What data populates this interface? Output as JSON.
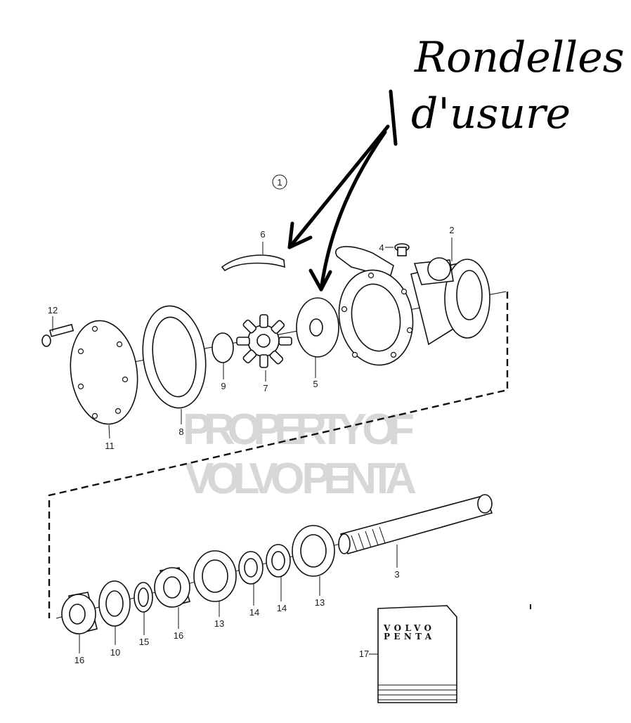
{
  "annotation": {
    "line1": "Rondelles",
    "line2": "d'usure"
  },
  "watermark": {
    "line1": "PROPERTY OF",
    "line2": "VOLVO PENTA"
  },
  "view_marker": "1",
  "part_labels": {
    "p2": "2",
    "p3": "3",
    "p4": "4",
    "p5": "5",
    "p6": "6",
    "p7": "7",
    "p8": "8",
    "p9": "9",
    "p10": "10",
    "p11": "11",
    "p12": "12",
    "p13a": "13",
    "p13b": "13",
    "p14a": "14",
    "p14b": "14",
    "p15": "15",
    "p16a": "16",
    "p16b": "16",
    "p17": "17"
  },
  "kit_bag": {
    "brand_line1": "VOLVO",
    "brand_line2": "PENTA"
  }
}
